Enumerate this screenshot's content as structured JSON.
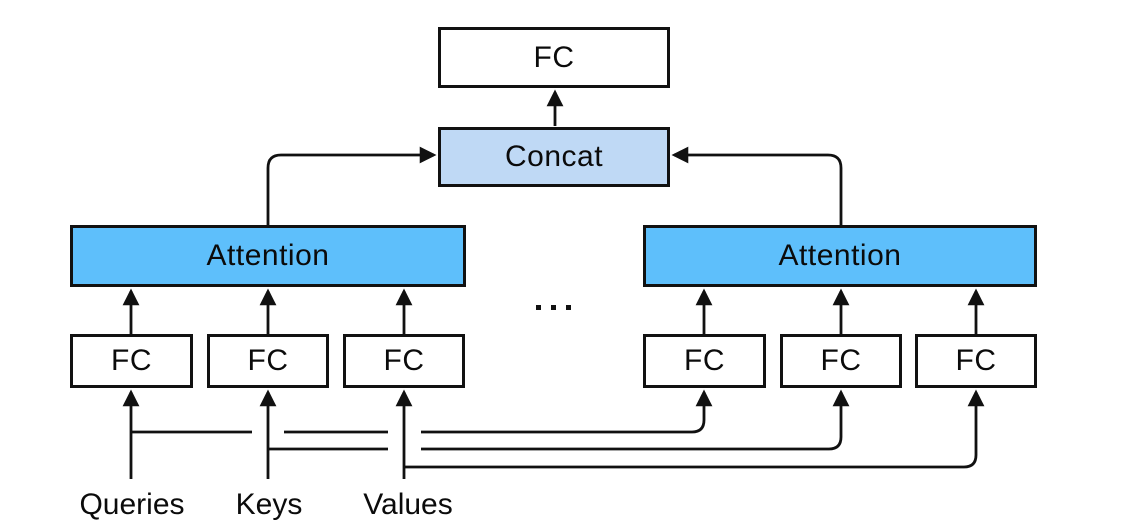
{
  "colors": {
    "background": "#ffffff",
    "box_border": "#111111",
    "attention_fill": "#5ebffb",
    "concat_fill": "#bfd9f5",
    "fc_fill": "#ffffff",
    "line": "#111111",
    "text": "#0b0b0b"
  },
  "nodes": {
    "output_fc": {
      "label": "FC"
    },
    "concat": {
      "label": "Concat"
    },
    "attention_left": {
      "label": "Attention"
    },
    "attention_right": {
      "label": "Attention"
    },
    "fc_heads_left": [
      {
        "label": "FC"
      },
      {
        "label": "FC"
      },
      {
        "label": "FC"
      }
    ],
    "fc_heads_right": [
      {
        "label": "FC"
      },
      {
        "label": "FC"
      },
      {
        "label": "FC"
      }
    ]
  },
  "inputs": {
    "queries": {
      "label": "Queries"
    },
    "keys": {
      "label": "Keys"
    },
    "values": {
      "label": "Values"
    }
  },
  "ellipsis": {
    "icon": "ellipsis-dots-icon"
  },
  "edges": [
    {
      "from": "concat",
      "to": "output_fc"
    },
    {
      "from": "attention_left",
      "to": "concat"
    },
    {
      "from": "attention_right",
      "to": "concat"
    },
    {
      "from": "fc_heads_left_0",
      "to": "attention_left"
    },
    {
      "from": "fc_heads_left_1",
      "to": "attention_left"
    },
    {
      "from": "fc_heads_left_2",
      "to": "attention_left"
    },
    {
      "from": "fc_heads_right_0",
      "to": "attention_right"
    },
    {
      "from": "fc_heads_right_1",
      "to": "attention_right"
    },
    {
      "from": "fc_heads_right_2",
      "to": "attention_right"
    },
    {
      "from": "queries",
      "to": "fc_heads_left_0"
    },
    {
      "from": "keys",
      "to": "fc_heads_left_1"
    },
    {
      "from": "values",
      "to": "fc_heads_left_2"
    },
    {
      "from": "queries",
      "to": "fc_heads_right_0"
    },
    {
      "from": "keys",
      "to": "fc_heads_right_1"
    },
    {
      "from": "values",
      "to": "fc_heads_right_2"
    }
  ]
}
